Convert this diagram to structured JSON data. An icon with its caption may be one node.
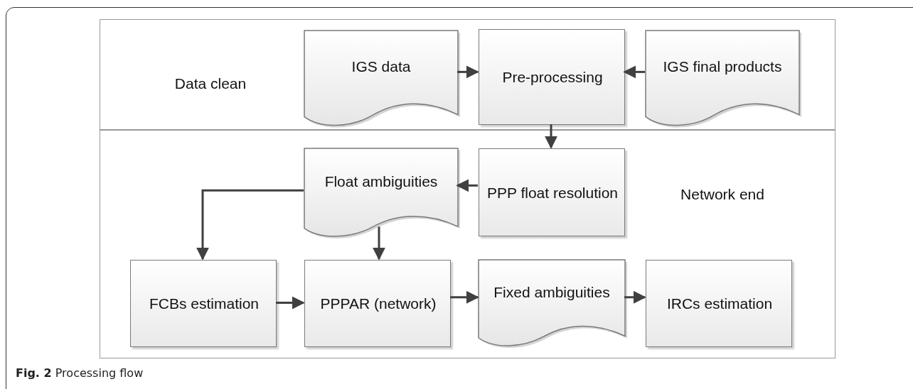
{
  "diagram": {
    "caption": "**Fig. 2** Processing flow",
    "nodes": [
      {
        "text": [
          "Data clean"
        ]
      },
      {
        "text": [
          "IGS data"
        ],
        "in": 0
      },
      {
        "text": [
          "Pre-processing"
        ],
        "in": 0
      },
      {
        "text": [
          "IGS final products"
        ],
        "in": 0
      },
      {
        "text": [
          "Network end"
        ]
      },
      {
        "text": [
          "Float ambiguities"
        ],
        "in": 4
      },
      {
        "text": [
          "PPP float resolution"
        ],
        "in": 4
      },
      {
        "text": [
          "FCBs estimation"
        ],
        "in": 4
      },
      {
        "text": [
          "PPPAR (network)"
        ],
        "in": 4
      },
      {
        "text": [
          "Fixed ambiguities"
        ],
        "in": 4
      },
      {
        "text": [
          "IRCs estimation"
        ],
        "in": 4
      }
    ],
    "edges": [
      {
        "from": 1,
        "to": 2,
        "arrow": "to"
      },
      {
        "from": 3,
        "to": 2,
        "arrow": "to"
      },
      {
        "from": 2,
        "to": 6,
        "arrow": "to"
      },
      {
        "from": 6,
        "to": 5,
        "arrow": "to"
      },
      {
        "from": 5,
        "to": 7,
        "arrow": "to"
      },
      {
        "from": 5,
        "to": 8,
        "arrow": "to"
      },
      {
        "from": 7,
        "to": 8,
        "arrow": "to"
      },
      {
        "from": 8,
        "to": 9,
        "arrow": "to"
      },
      {
        "from": 9,
        "to": 10,
        "arrow": "to"
      }
    ]
  }
}
